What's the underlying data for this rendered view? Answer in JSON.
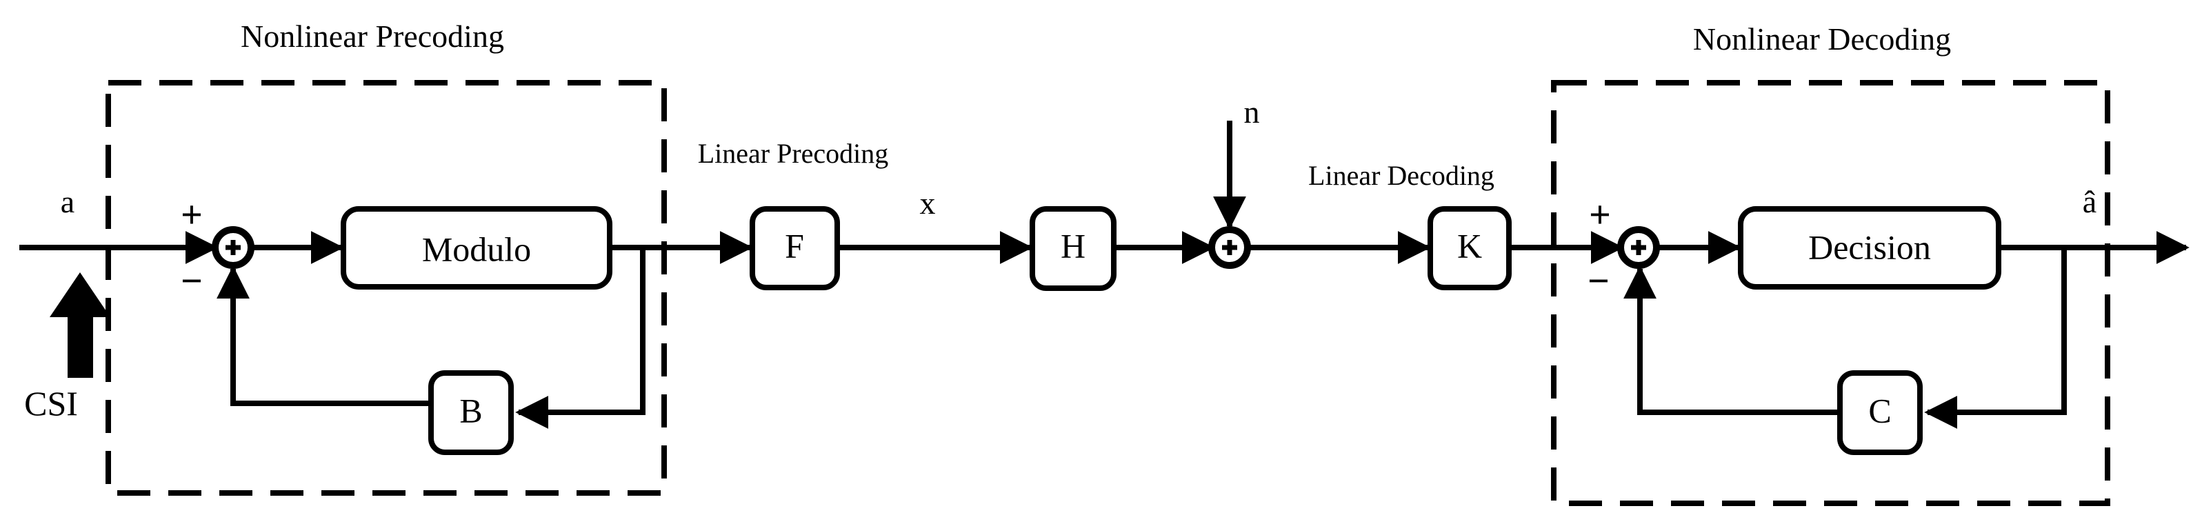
{
  "groups": {
    "nonlinear_precoding": "Nonlinear Precoding",
    "nonlinear_decoding": "Nonlinear Decoding"
  },
  "blocks": {
    "modulo": "Modulo",
    "b": "B",
    "f": "F",
    "h": "H",
    "k": "K",
    "decision": "Decision",
    "c": "C"
  },
  "labels": {
    "input_a": "a",
    "csi": "CSI",
    "linear_precoding": "Linear Precoding",
    "x": "x",
    "noise_n": "n",
    "linear_decoding": "Linear Decoding",
    "output_a_hat": "â",
    "plus": "+",
    "minus": "−"
  },
  "colors": {
    "stroke": "#000000",
    "background": "#ffffff"
  }
}
